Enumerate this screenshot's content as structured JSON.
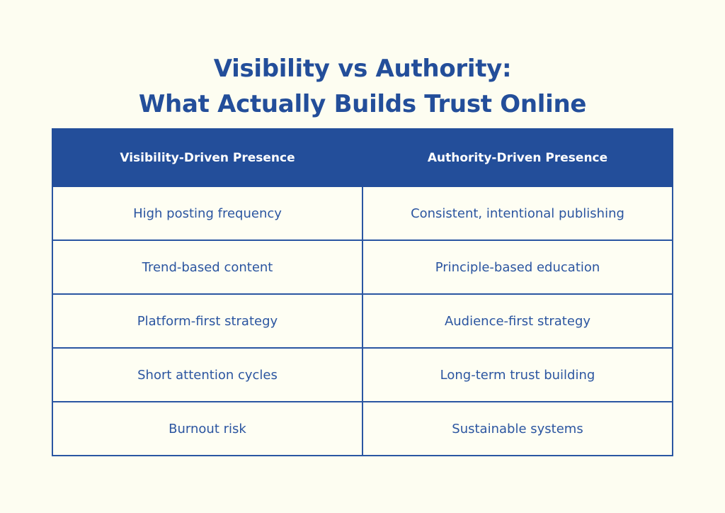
{
  "title": {
    "line1": "Visibility vs Authority:",
    "line2": "What Actually Builds Trust Online"
  },
  "table": {
    "headers": [
      "Visibility-Driven Presence",
      "Authority-Driven Presence"
    ],
    "rows": [
      [
        "High posting frequency",
        "Consistent, intentional publishing"
      ],
      [
        "Trend-based content",
        "Principle-based education"
      ],
      [
        "Platform-first strategy",
        "Audience-first strategy"
      ],
      [
        "Short attention cycles",
        "Long-term trust building"
      ],
      [
        "Burnout risk",
        "Sustainable systems"
      ]
    ]
  },
  "colors": {
    "accent": "#234e9a",
    "background": "#fdfdf1",
    "header_text": "#ffffff"
  }
}
